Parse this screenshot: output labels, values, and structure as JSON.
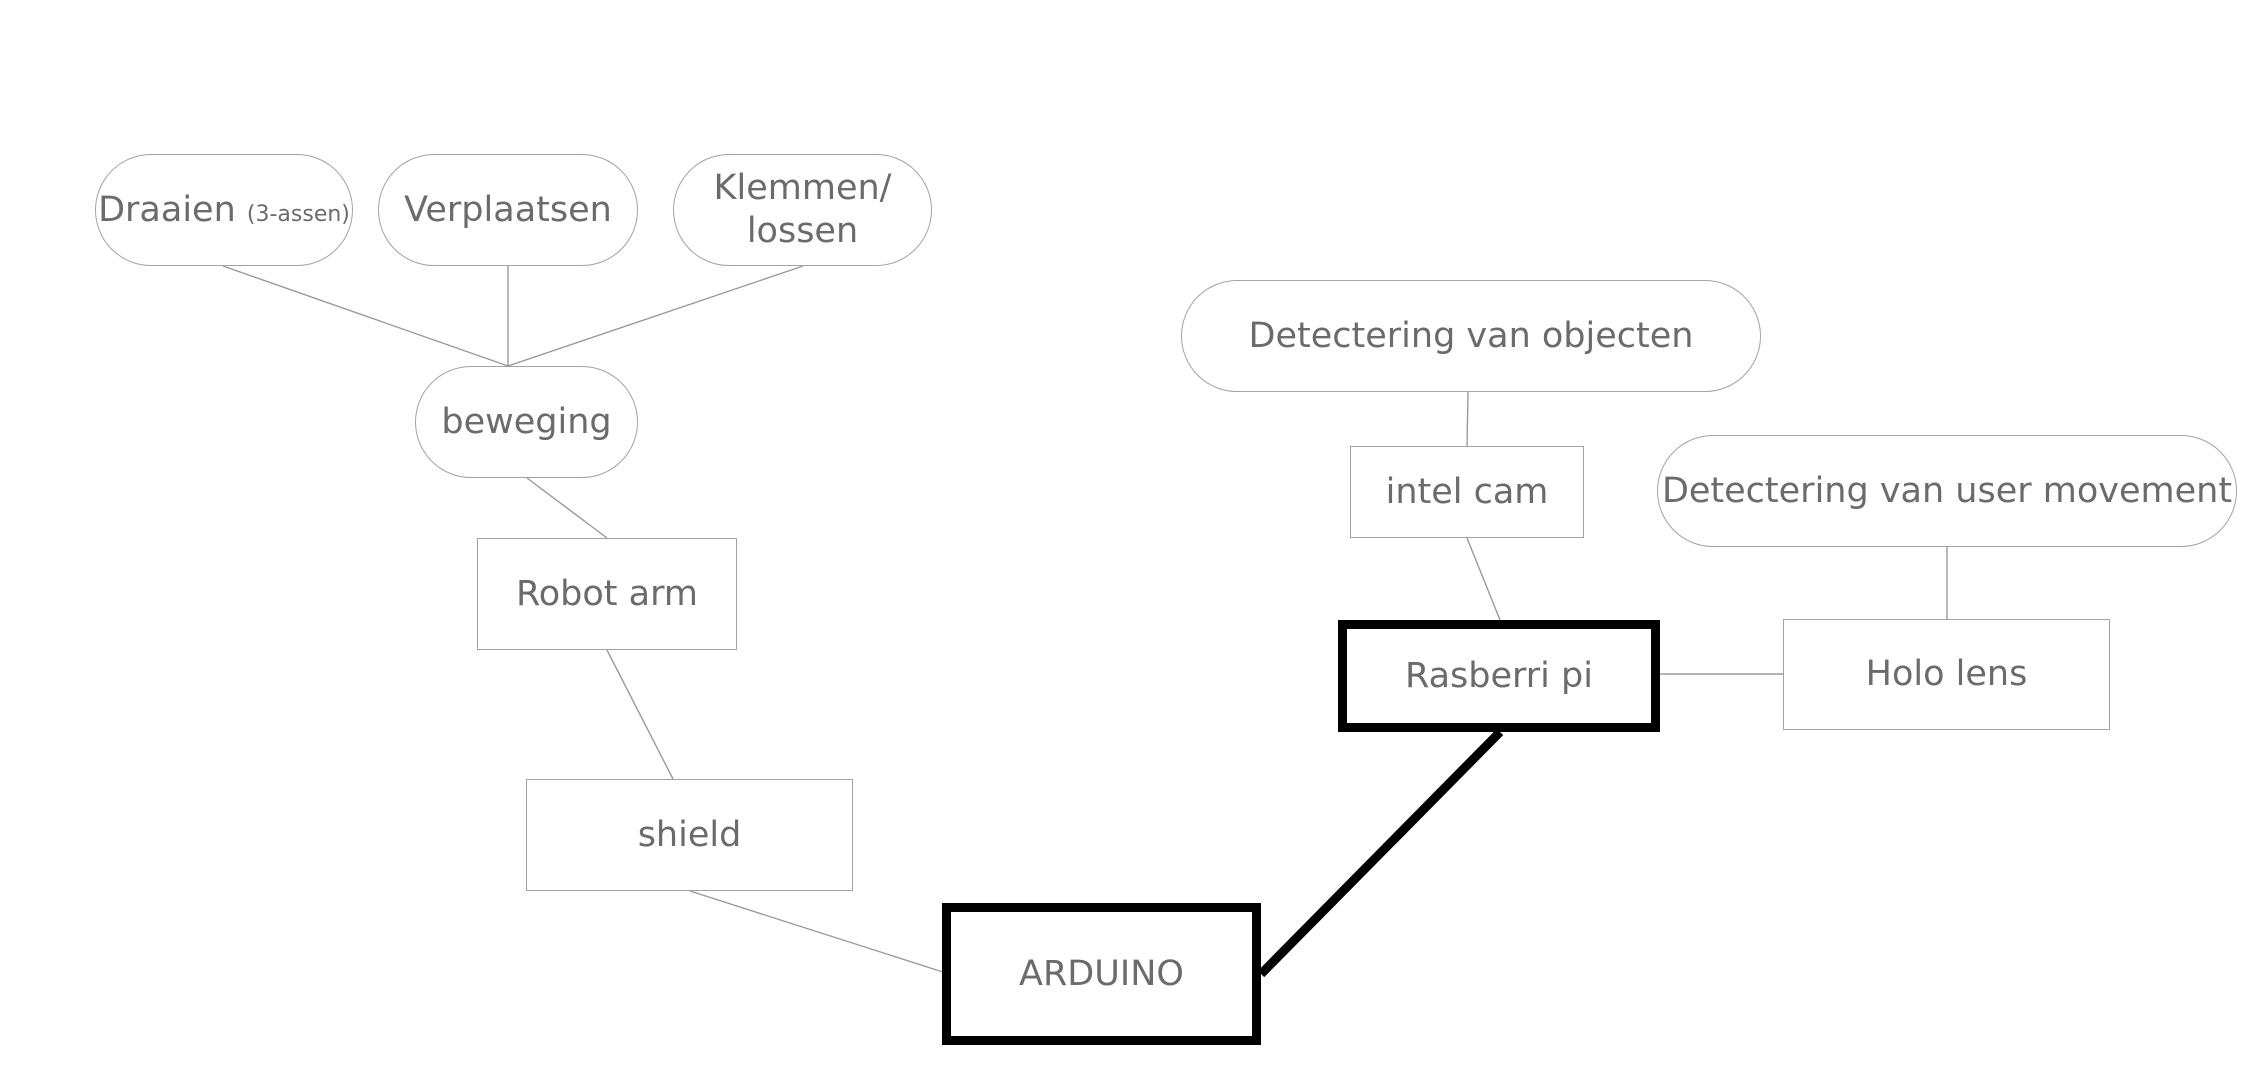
{
  "nodes": {
    "draaien": {
      "label": "Draaien",
      "note": "(3-assen)"
    },
    "verplaatsen": {
      "label": "Verplaatsen"
    },
    "klemmen": {
      "line1": "Klemmen/",
      "line2": "lossen"
    },
    "beweging": {
      "label": "beweging"
    },
    "robot_arm": {
      "label": "Robot arm"
    },
    "shield": {
      "label": "shield"
    },
    "arduino": {
      "label": "ARDUINO"
    },
    "detect_objects": {
      "label": "Detectering van objecten"
    },
    "intel_cam": {
      "label": "intel cam"
    },
    "detect_user": {
      "label": "Detectering van user movement"
    },
    "rasberri_pi": {
      "label": "Rasberri pi"
    },
    "holo_lens": {
      "label": "Holo lens"
    }
  },
  "connections": [
    {
      "from": "Draaien",
      "to": "beweging"
    },
    {
      "from": "Verplaatsen",
      "to": "beweging"
    },
    {
      "from": "Klemmen/lossen",
      "to": "beweging"
    },
    {
      "from": "beweging",
      "to": "Robot arm"
    },
    {
      "from": "Robot arm",
      "to": "shield"
    },
    {
      "from": "shield",
      "to": "ARDUINO"
    },
    {
      "from": "ARDUINO",
      "to": "Rasberri pi",
      "emphasis": "bold"
    },
    {
      "from": "Detectering van objecten",
      "to": "intel cam"
    },
    {
      "from": "intel cam",
      "to": "Rasberri pi"
    },
    {
      "from": "Rasberri pi",
      "to": "Holo lens"
    },
    {
      "from": "Detectering van user movement",
      "to": "Holo lens"
    }
  ],
  "colors": {
    "text": "#6b6b6b",
    "outline": "#a3a3a3",
    "emphasis": "#000000",
    "background": "#ffffff"
  }
}
